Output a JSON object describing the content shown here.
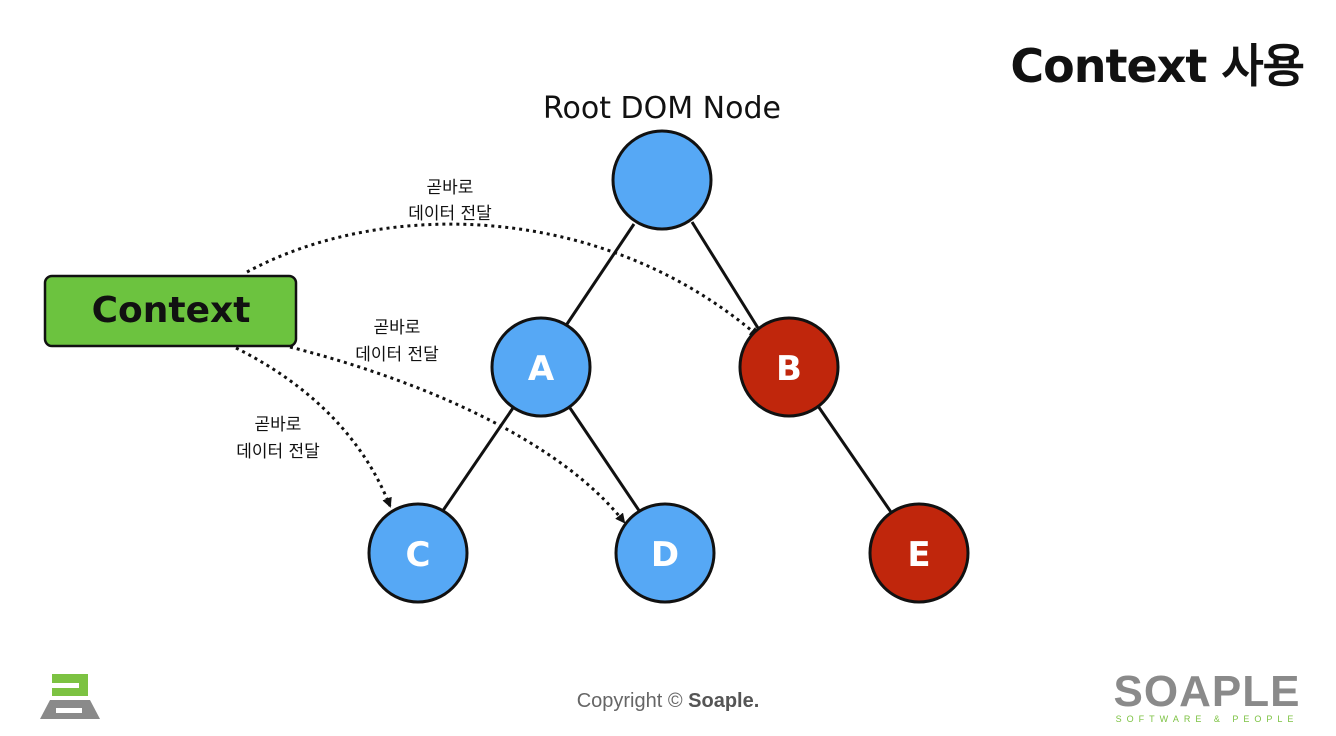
{
  "title": "Context 사용",
  "root_label": "Root DOM Node",
  "context_box": {
    "label": "Context",
    "color": "#6cc33f"
  },
  "nodes": {
    "A": {
      "label": "A",
      "color": "#56a8f5"
    },
    "B": {
      "label": "B",
      "color": "#c0260c"
    },
    "C": {
      "label": "C",
      "color": "#56a8f5"
    },
    "D": {
      "label": "D",
      "color": "#56a8f5"
    },
    "E": {
      "label": "E",
      "color": "#c0260c"
    },
    "root": {
      "label": "",
      "color": "#56a8f5"
    }
  },
  "arrow_labels": {
    "to_B": {
      "line1": "곧바로",
      "line2": "데이터 전달"
    },
    "to_D": {
      "line1": "곧바로",
      "line2": "데이터 전달"
    },
    "to_C": {
      "line1": "곧바로",
      "line2": "데이터 전달"
    }
  },
  "footer": {
    "copyright_prefix": "Copyright ©",
    "copyright_brand": "Soaple."
  },
  "brand": {
    "name": "SOAPLE",
    "tagline": "SOFTWARE & PEOPLE"
  }
}
